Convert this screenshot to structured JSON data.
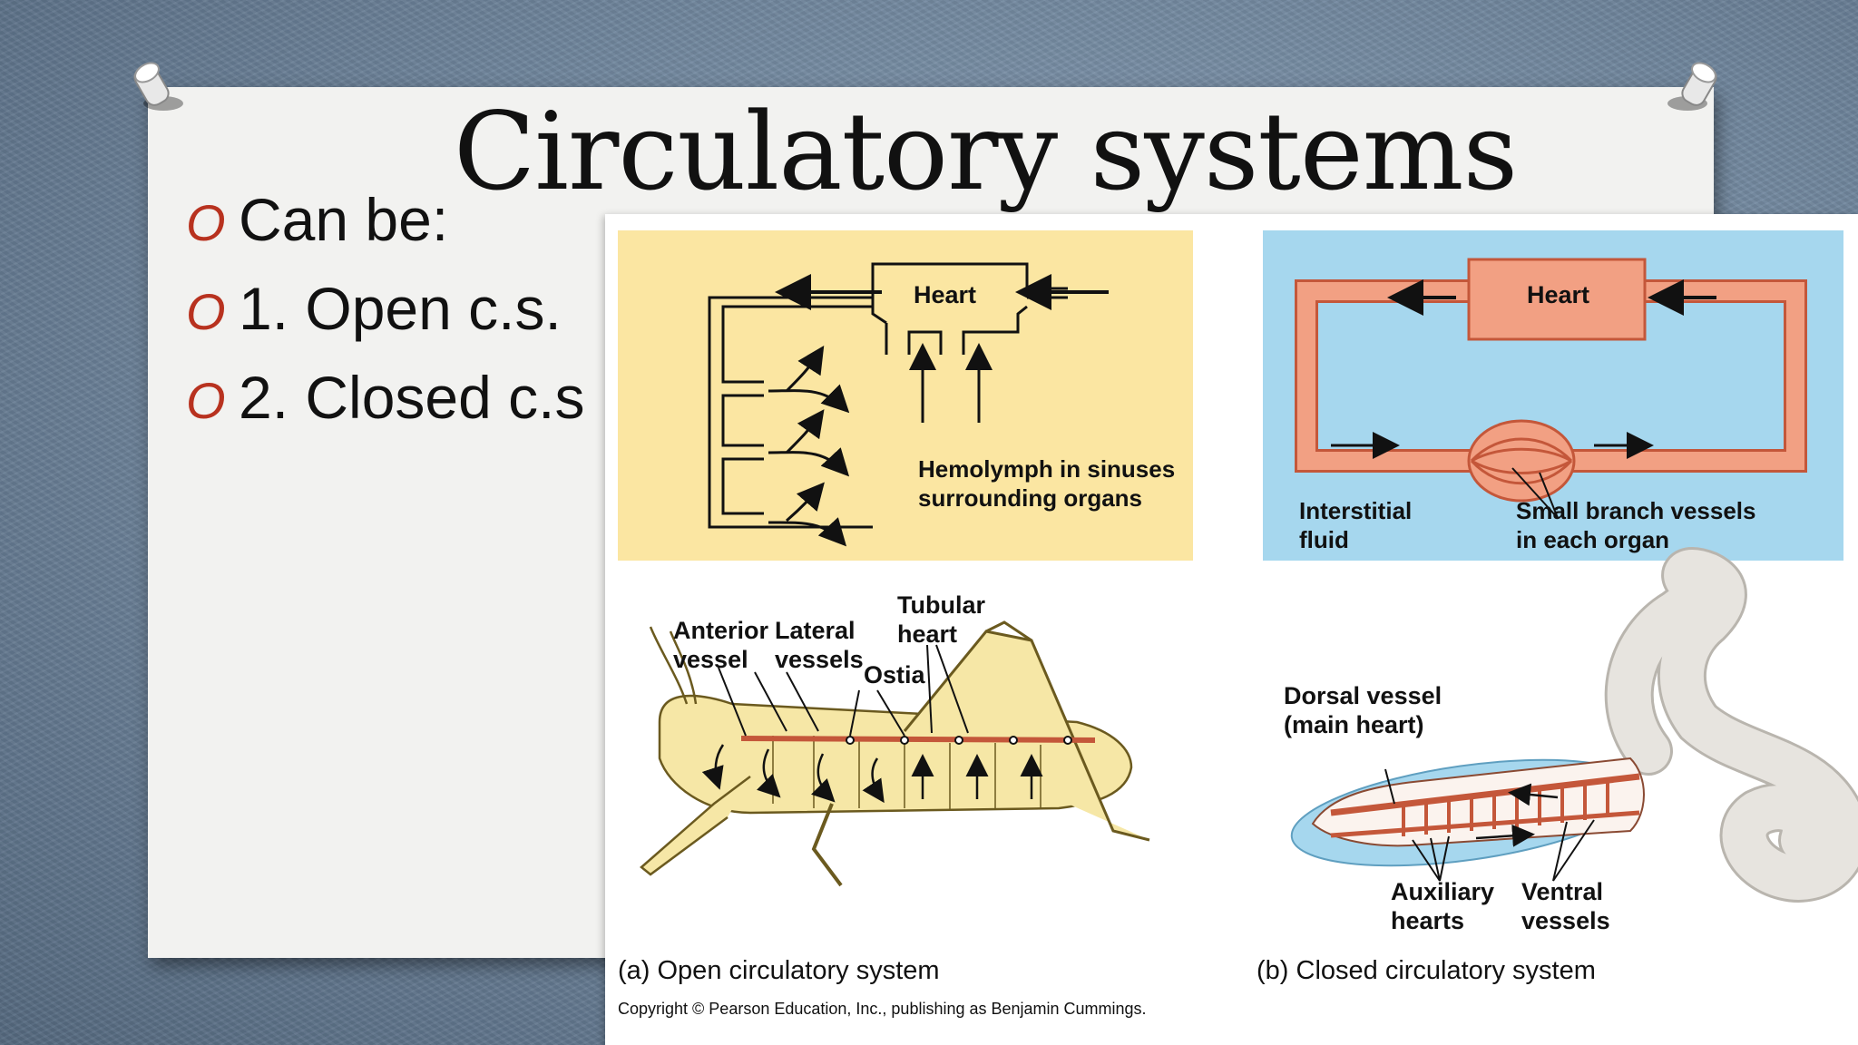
{
  "slide": {
    "title": "Circulatory systems",
    "bullets": [
      {
        "marker": "O",
        "text": "Can be:"
      },
      {
        "marker": "O",
        "text": "1. Open c.s."
      },
      {
        "marker": "O",
        "text": "2. Closed c.s"
      }
    ]
  },
  "figure": {
    "open_diagram": {
      "heart_label": "Heart",
      "hemolymph_label_line1": "Hemolymph in sinuses",
      "hemolymph_label_line2": "surrounding organs"
    },
    "closed_diagram": {
      "heart_label": "Heart",
      "interstitial_line1": "Interstitial",
      "interstitial_line2": "fluid",
      "branch_line1": "Small branch vessels",
      "branch_line2": "in each organ"
    },
    "grasshopper": {
      "anterior_line1": "Anterior",
      "anterior_line2": "vessel",
      "lateral_line1": "Lateral",
      "lateral_line2": "vessels",
      "tubular_line1": "Tubular",
      "tubular_line2": "heart",
      "ostia": "Ostia"
    },
    "earthworm": {
      "dorsal_line1": "Dorsal vessel",
      "dorsal_line2": "(main heart)",
      "auxiliary_line1": "Auxiliary",
      "auxiliary_line2": "hearts",
      "ventral_line1": "Ventral",
      "ventral_line2": "vessels"
    },
    "caption_a": "(a) Open circulatory system",
    "caption_b": "(b) Closed circulatory system",
    "copyright": "Copyright © Pearson Education, Inc., publishing as Benjamin Cummings."
  },
  "colors": {
    "bullet_marker": "#b8321f",
    "open_panel_bg": "#fbe6a2",
    "closed_panel_bg": "#a6d7ee",
    "closed_vessel": "#f2a083",
    "grasshopper_body": "#f6e7a6",
    "earthworm_body": "#e7e4df"
  }
}
